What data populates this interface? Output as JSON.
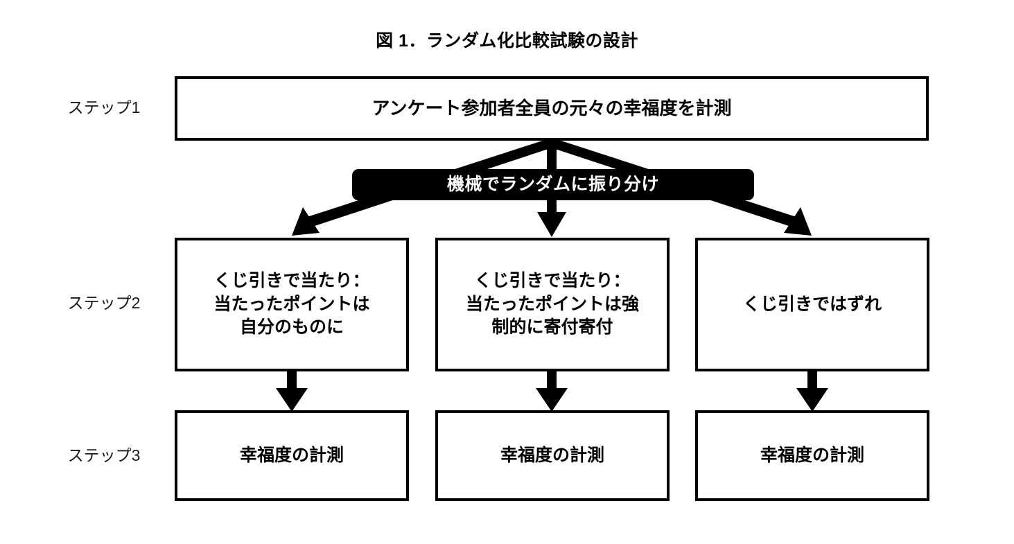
{
  "figure": {
    "title": "図 1．ランダム化比較試験の設計",
    "background_color": "#ffffff",
    "line_color": "#000000",
    "banner_fill": "#000000",
    "banner_text_color": "#ffffff"
  },
  "step_labels": [
    {
      "id": "step1",
      "text": "ステップ1"
    },
    {
      "id": "step2",
      "text": "ステップ2"
    },
    {
      "id": "step3",
      "text": "ステップ3"
    }
  ],
  "step1": {
    "box_text": "アンケート参加者全員の元々の幸福度を計測"
  },
  "randomization": {
    "banner_text": "機械でランダムに振り分け"
  },
  "step2": {
    "boxes": [
      {
        "id": "own",
        "text": "くじ引きで当たり：\n当たったポイントは\n自分のものに"
      },
      {
        "id": "donate",
        "text": "くじ引きで当たり：\n当たったポイントは強\n制的に寄付寄付"
      },
      {
        "id": "lose",
        "text": "くじ引きではずれ"
      }
    ]
  },
  "step3": {
    "boxes": [
      {
        "id": "measure-a",
        "text": "幸福度の計測"
      },
      {
        "id": "measure-b",
        "text": "幸福度の計測"
      },
      {
        "id": "measure-c",
        "text": "幸福度の計測"
      }
    ]
  }
}
